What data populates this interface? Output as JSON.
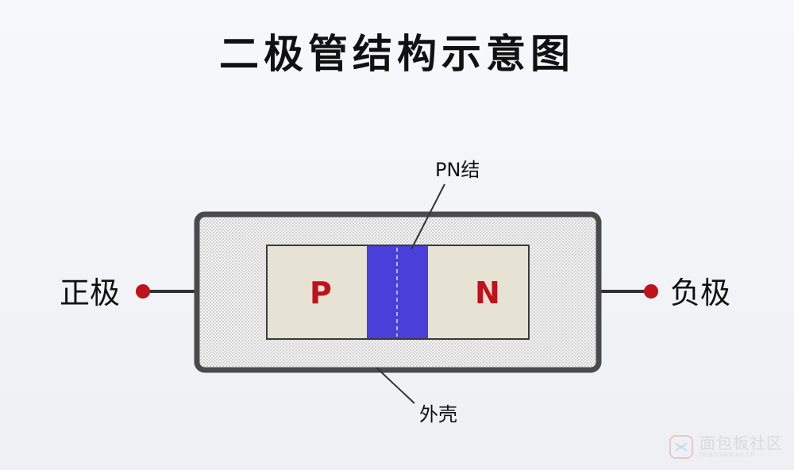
{
  "title": "二极管结构示意图",
  "labels": {
    "anode": "正极",
    "cathode": "负极",
    "p_region": "P",
    "n_region": "N",
    "junction": "PN结",
    "casing": "外壳"
  },
  "watermark": {
    "name": "面包板社区",
    "url": "mianbaoban.cn"
  },
  "colors": {
    "p_region_text": "#c0121b",
    "n_region_text": "#c0121b",
    "junction_fill": "#4a3fd8",
    "semiconductor_fill": "#e6e2d4",
    "terminal_dot": "#c0121b",
    "casing_border": "#4a4a4a"
  }
}
